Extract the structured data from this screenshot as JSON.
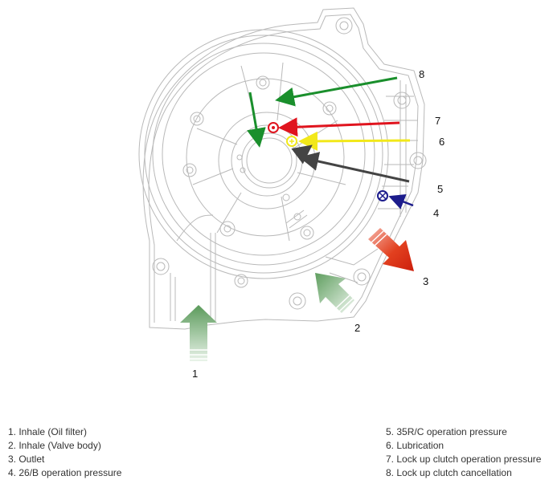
{
  "diagram": {
    "callouts": {
      "c1": "1",
      "c2": "2",
      "c3": "3",
      "c4": "4",
      "c5": "5",
      "c6": "6",
      "c7": "7",
      "c8": "8"
    },
    "colors": {
      "inhale": "#7fb27f",
      "outlet": "#dd3b1f",
      "pressure_26b": "#1c1c8c",
      "pressure_35rc": "#444444",
      "lubrication": "#f2e81a",
      "lockup_operation": "#e0141e",
      "lockup_cancellation": "#1a8f2c",
      "outline": "#b9b9b9"
    }
  },
  "legend": {
    "left": [
      "1. Inhale (Oil filter)",
      "2. Inhale (Valve body)",
      "3. Outlet",
      "4. 26/B operation pressure"
    ],
    "right": [
      "5. 35R/C operation pressure",
      "6. Lubrication",
      "7. Lock up clutch operation pressure",
      "8. Lock up clutch cancellation"
    ]
  }
}
